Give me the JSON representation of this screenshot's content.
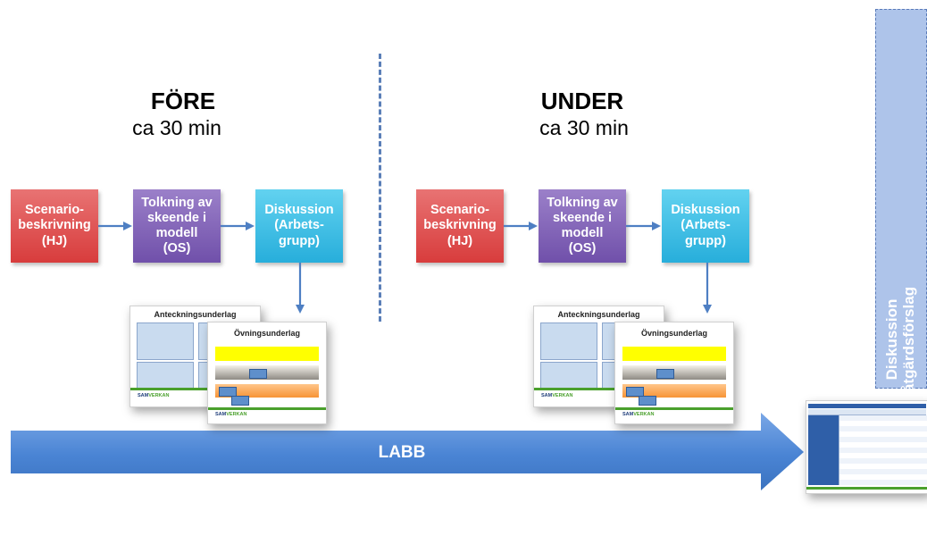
{
  "phases": [
    {
      "title": "FÖRE",
      "duration": "ca 30 min",
      "steps": [
        "Scenario-\nbeskrivning\n(HJ)",
        "Tolkning av\nskeende i\nmodell\n(OS)",
        "Diskussion\n(Arbets-\ngrupp)"
      ],
      "doc_back_title": "Anteckningsunderlag",
      "doc_front_title": "Övningsunderlag"
    },
    {
      "title": "UNDER",
      "duration": "ca 30 min",
      "steps": [
        "Scenario-\nbeskrivning\n(HJ)",
        "Tolkning av\nskeende i\nmodell\n(OS)",
        "Diskussion\n(Arbets-\ngrupp)"
      ],
      "doc_back_title": "Anteckningsunderlag",
      "doc_front_title": "Övningsunderlag"
    }
  ],
  "side_panel": {
    "line1": "Diskussion",
    "line2": "åtgärdsförslag"
  },
  "labb": {
    "label": "LABB"
  },
  "colors": {
    "red": "#d83c3c",
    "purple": "#7050aa",
    "cyan": "#27aedb",
    "arrow": "#4e7fc3",
    "labb_arrow": "#4f8ad6",
    "side_panel": "#aec4ea"
  }
}
